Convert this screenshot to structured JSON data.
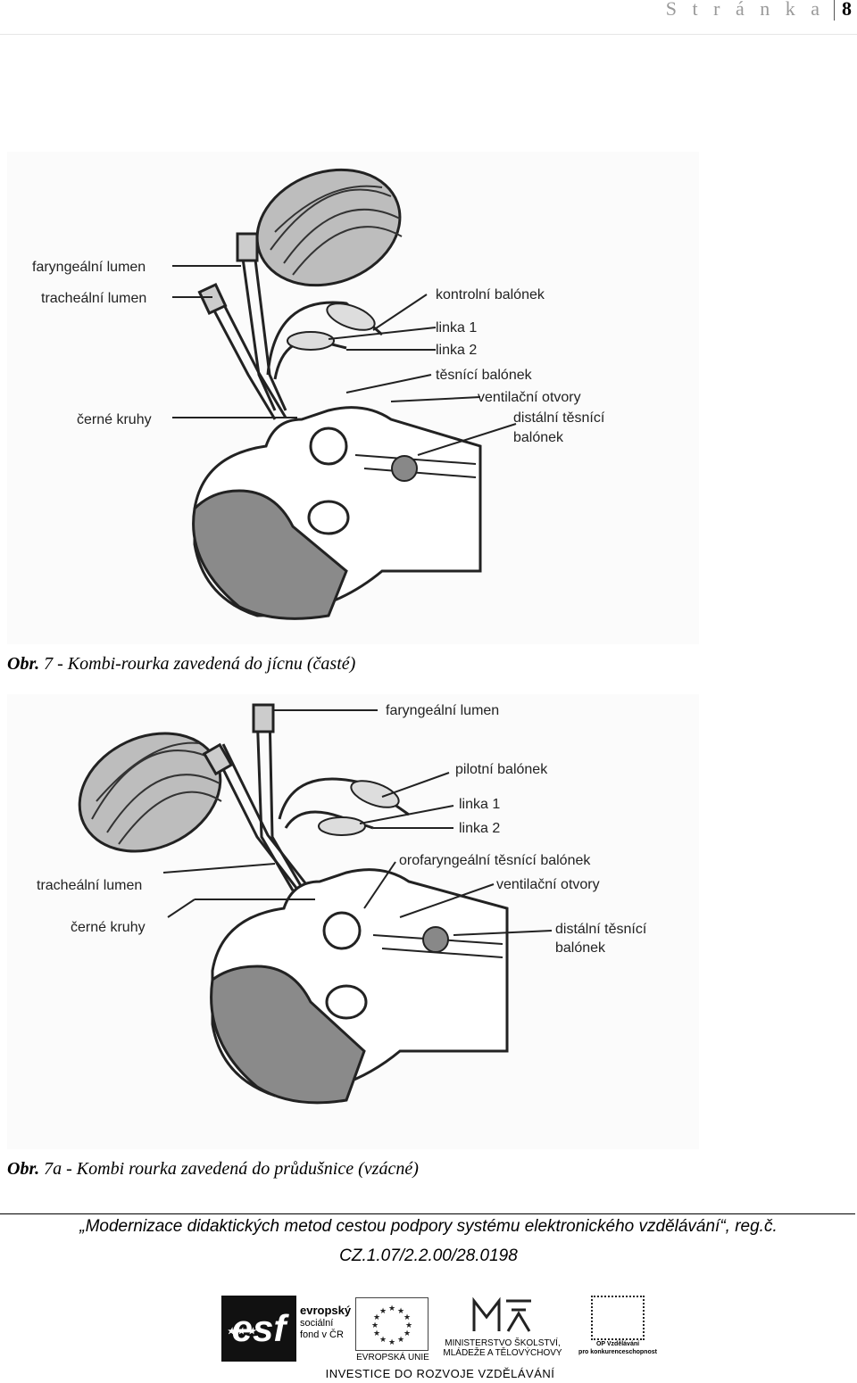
{
  "header": {
    "label": "S t r á n k a",
    "page_number": "8"
  },
  "figure1": {
    "labels": {
      "faryngealni_lumen": "faryngeální lumen",
      "trachealni_lumen": "tracheální lumen",
      "kontrolni_balonek": "kontrolní balónek",
      "linka1": "linka 1",
      "linka2": "linka 2",
      "tesnici_balonek": "těsnící balónek",
      "ventilacni_otvory": "ventilační otvory",
      "cerne_kruhy": "černé kruhy",
      "distalni_1": "distální těsnící",
      "distalni_2": "balónek"
    },
    "caption_prefix": "Obr.",
    "caption_rest": " 7 - Kombi-rourka zavedená do jícnu (časté)"
  },
  "figure2": {
    "labels": {
      "faryngealni_lumen": "faryngeální lumen",
      "pilotni_balonek": "pilotní balónek",
      "linka1": "linka 1",
      "linka2": "linka 2",
      "orofaryngealni": "orofaryngeální těsnící balónek",
      "ventilacni_otvory": "ventilační otvory",
      "trachealni_lumen": "tracheální lumen",
      "cerne_kruhy": "černé kruhy",
      "distalni_1": "distální těsnící",
      "distalni_2": "balónek"
    },
    "caption_prefix": "Obr.",
    "caption_rest": " 7a - Kombi rourka zavedená do průdušnice (vzácné)"
  },
  "footer": {
    "line1": "„Modernizace didaktických metod cestou podpory systému elektronického vzdělávání“, reg.č.",
    "line2": "CZ.1.07/2.2.00/28.0198",
    "esf_main": "esf",
    "esf_text1": "evropský",
    "esf_text2": "sociální",
    "esf_text3": "fond v ČR",
    "eu_text": "EVROPSKÁ UNIE",
    "msmt_text1": "MINISTERSTVO ŠKOLSTVÍ,",
    "msmt_text2": "MLÁDEŽE A TĚLOVÝCHOVY",
    "op_text1": "OP Vzdělávání",
    "op_text2": "pro konkurenceschopnost",
    "logos_caption": "INVESTICE DO ROZVOJE VZDĚLÁVÁNÍ"
  }
}
